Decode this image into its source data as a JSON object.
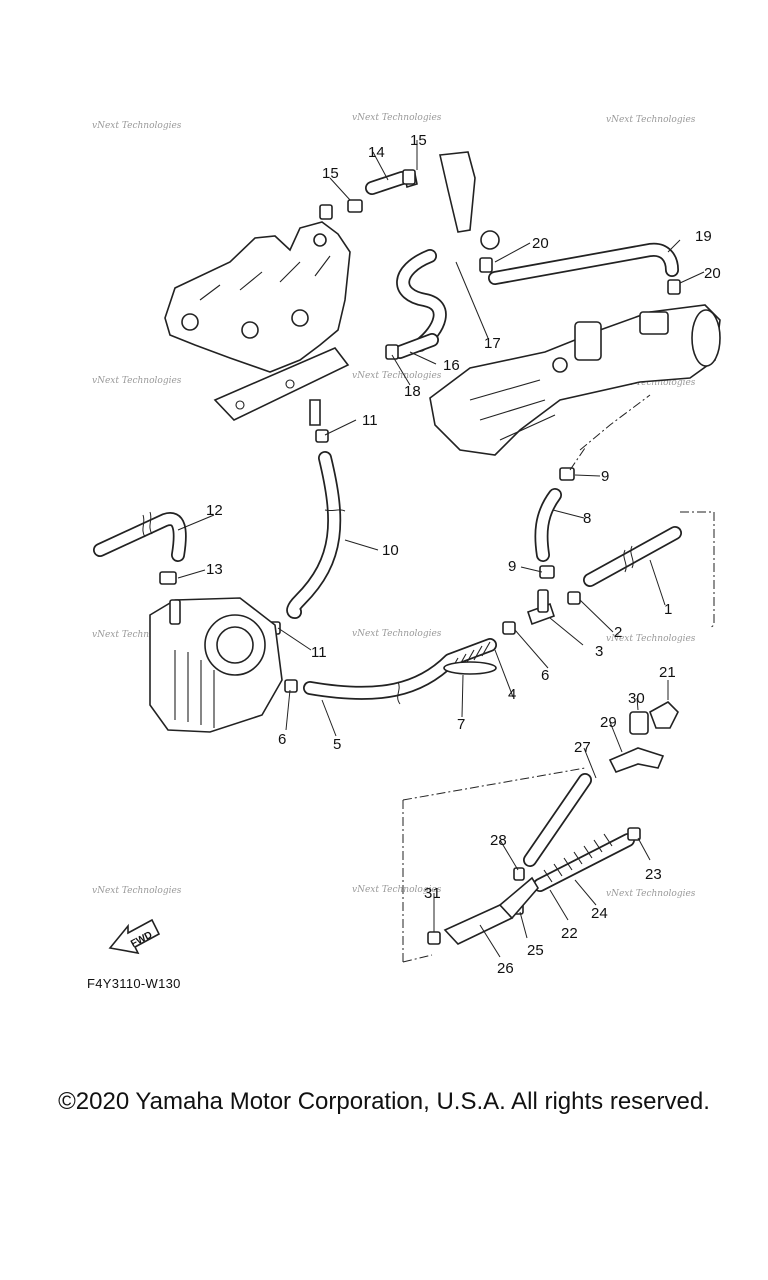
{
  "watermark": "vNext Technologies",
  "callouts": [
    "1",
    "2",
    "3",
    "4",
    "5",
    "6",
    "6",
    "7",
    "8",
    "9",
    "9",
    "10",
    "11",
    "11",
    "12",
    "13",
    "14",
    "15",
    "15",
    "16",
    "17",
    "18",
    "19",
    "20",
    "20",
    "21",
    "22",
    "23",
    "24",
    "25",
    "26",
    "27",
    "28",
    "29",
    "30",
    "31"
  ],
  "fwd_label": "FWD",
  "diagram_code": "F4Y3110-W130",
  "copyright": "©2020 Yamaha Motor Corporation, U.S.A. All rights reserved."
}
